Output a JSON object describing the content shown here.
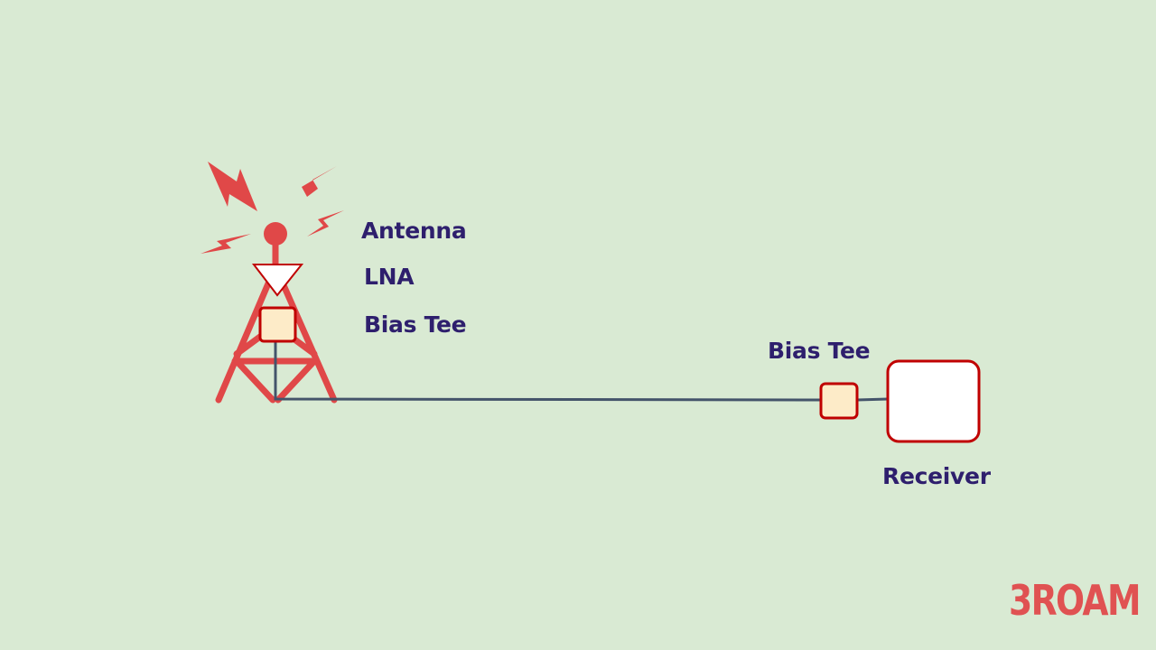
{
  "diagram": {
    "labels": {
      "antenna": "Antenna",
      "lna": "LNA",
      "bias_tee_tower": "Bias Tee",
      "bias_tee_receiver": "Bias Tee",
      "receiver": "Receiver"
    },
    "brand": "3ROAM"
  },
  "colors": {
    "background": "#d9ead3",
    "tower": "#e04848",
    "cable": "#44546a",
    "box_stroke": "#c00000",
    "bias_tee_fill": "#fdebc8",
    "receiver_fill": "#ffffff",
    "label_text": "#2e1f6d",
    "brand": "#e05252"
  },
  "icons": {
    "tower": "radio-tower-icon",
    "signal": "lightning-bolt-icon",
    "lna": "amplifier-triangle-icon"
  }
}
